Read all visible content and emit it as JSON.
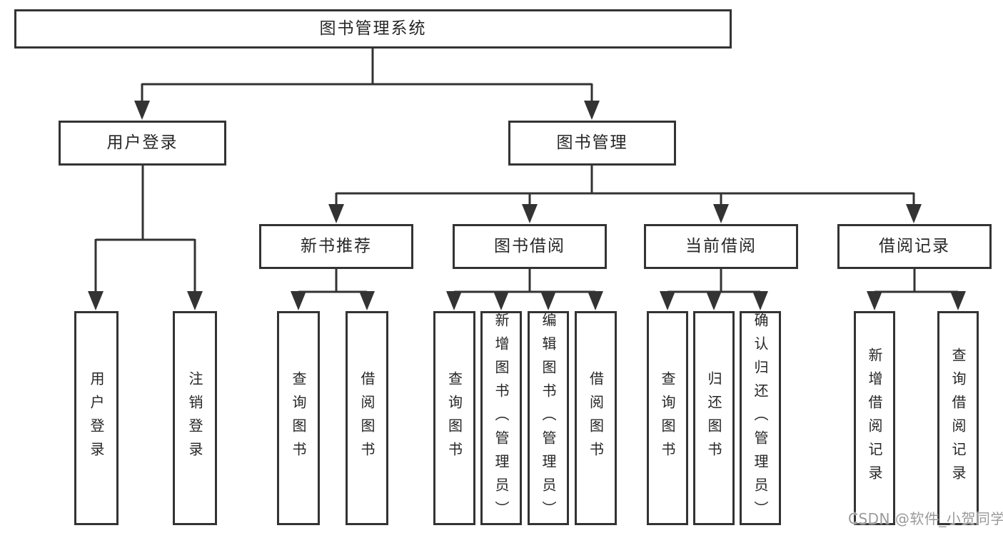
{
  "colors": {
    "line": "#333333",
    "box_border": "#333333",
    "box_fill": "#ffffff",
    "text": "#262626",
    "background": "#ffffff",
    "watermark": "#9a9a9a"
  },
  "diagram": {
    "title": "图书管理系统",
    "branches": [
      {
        "label": "用户登录",
        "leaves": [
          "用户登录",
          "注销登录"
        ]
      },
      {
        "label": "图书管理",
        "groups": [
          {
            "label": "新书推荐",
            "leaves": [
              "查询图书",
              "借阅图书"
            ]
          },
          {
            "label": "图书借阅",
            "leaves": [
              "查询图书",
              "新增图书（管理员）",
              "编辑图书（管理员）",
              "借阅图书"
            ]
          },
          {
            "label": "当前借阅",
            "leaves": [
              "查询图书",
              "归还图书",
              "确认归还（管理员）"
            ]
          },
          {
            "label": "借阅记录",
            "leaves": [
              "新增借阅记录",
              "查询借阅记录"
            ]
          }
        ]
      }
    ]
  },
  "watermark": {
    "text": "CSDN @软件_小贺同学"
  }
}
